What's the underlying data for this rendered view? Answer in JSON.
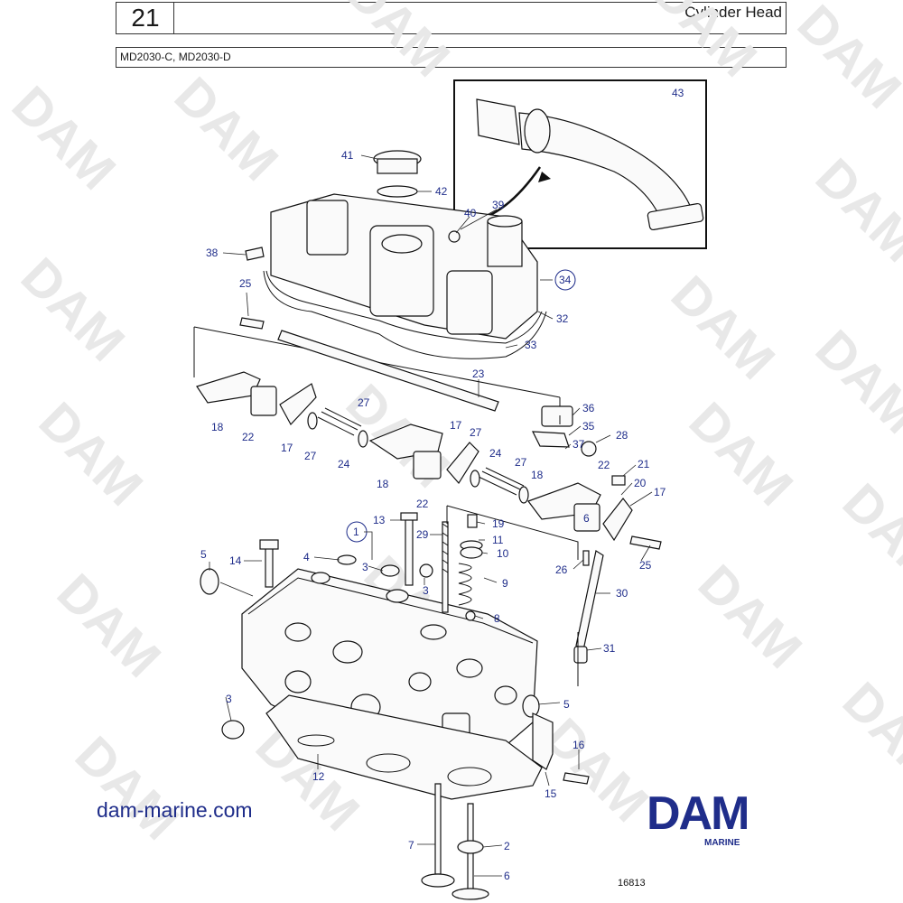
{
  "header": {
    "section_number": "21",
    "title": "Cylinder Head",
    "models": "MD2030-C, MD2030-D"
  },
  "watermark": {
    "text": "DAM",
    "color": "#e8e8e8"
  },
  "labels": {
    "p43": "43",
    "p41": "41",
    "p42": "42",
    "p39": "39",
    "p40": "40",
    "p38": "38",
    "p34": "34",
    "p25a": "25",
    "p32": "32",
    "p33": "33",
    "p23": "23",
    "p36": "36",
    "p18a": "18",
    "p22a": "22",
    "p17a": "17",
    "p27a": "27",
    "p27b": "27",
    "p24a": "24",
    "p35": "35",
    "p37": "37",
    "p28": "28",
    "p17b": "17",
    "p27c": "27",
    "p24b": "24",
    "p27d": "27",
    "p18b": "18",
    "p22b": "22",
    "p18c": "18",
    "p22c": "22",
    "p21": "21",
    "p20": "20",
    "p17c": "17",
    "p6a": "6",
    "p1": "1",
    "p13": "13",
    "p29": "29",
    "p19": "19",
    "p11": "11",
    "p10": "10",
    "p9": "9",
    "p4": "4",
    "p3a": "3",
    "p3b": "3",
    "p5a": "5",
    "p14": "14",
    "p25b": "25",
    "p26": "26",
    "p30": "30",
    "p8": "8",
    "p31": "31",
    "p3c": "3",
    "p5b": "5",
    "p16": "16",
    "p12": "12",
    "p15": "15",
    "p7": "7",
    "p2": "2",
    "p6b": "6"
  },
  "footer": {
    "website": "dam-marine.com",
    "brand": "DAM",
    "brand_sub": "MARINE",
    "figure_ref": "16813"
  },
  "colors": {
    "label_blue": "#1f2d8a",
    "brand_blue": "#1f2d8a"
  }
}
